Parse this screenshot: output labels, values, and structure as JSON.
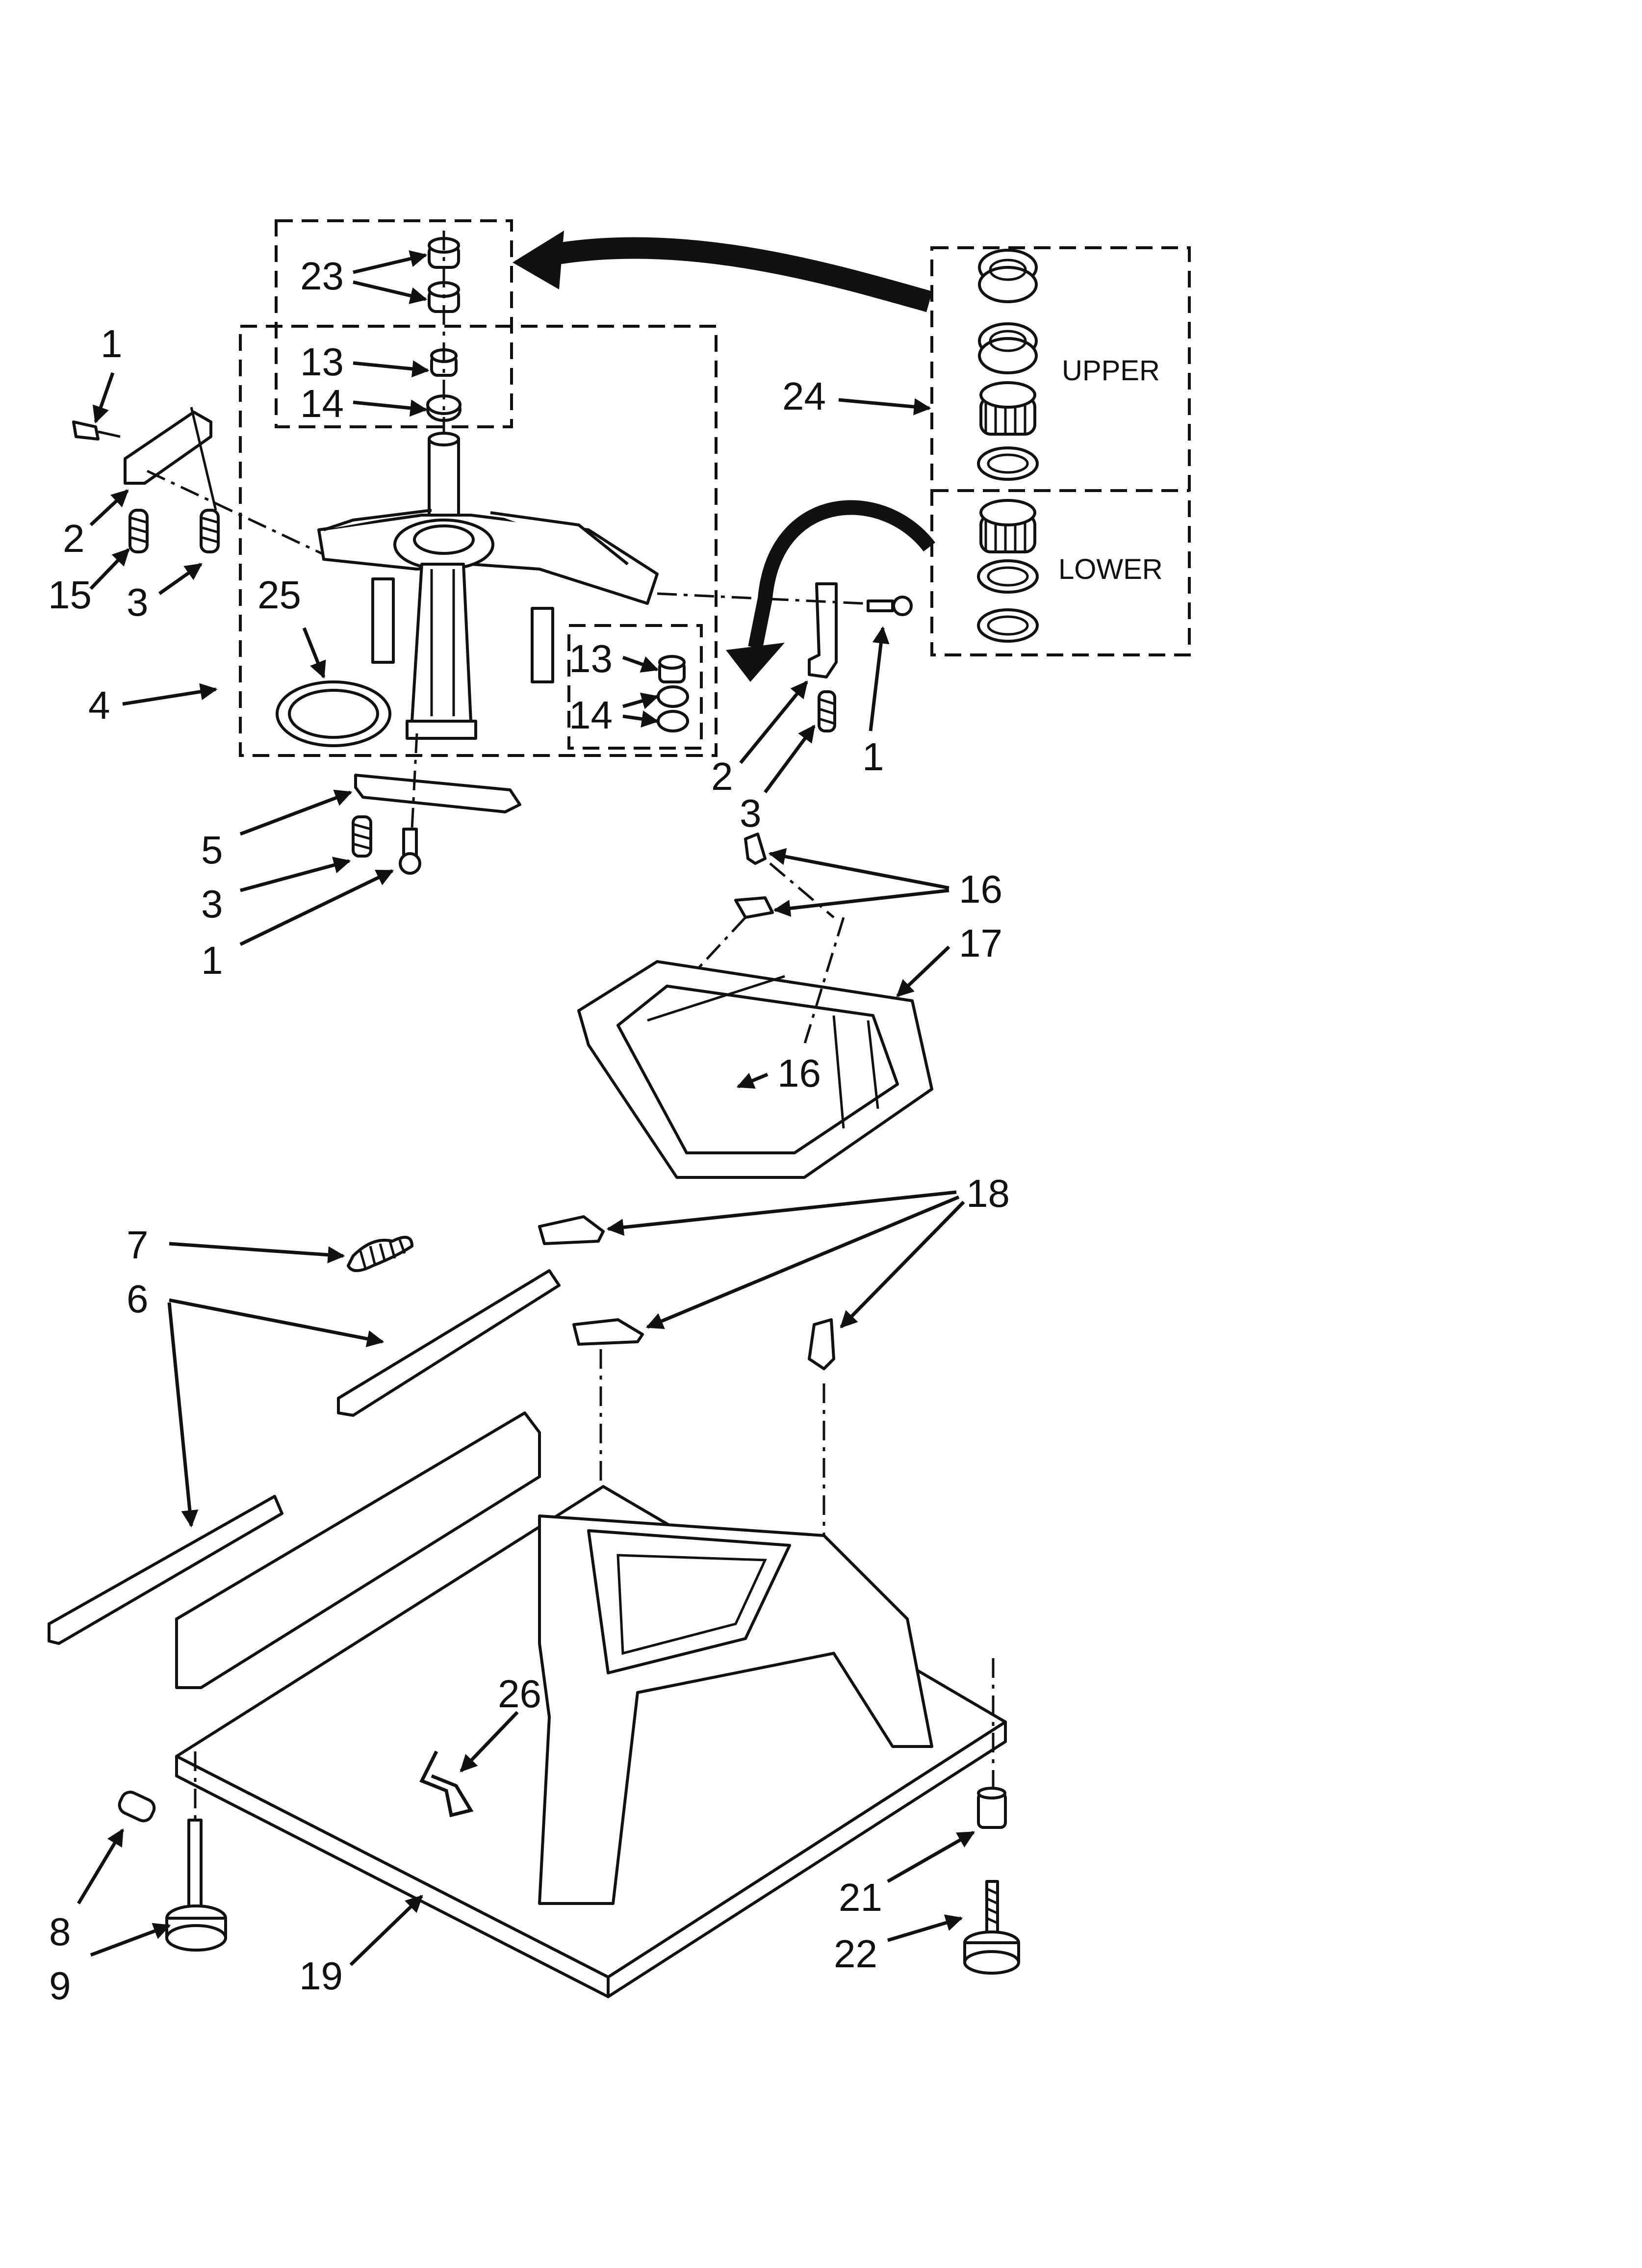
{
  "callouts": {
    "c1a": "1",
    "c2a": "2",
    "c15": "15",
    "c3a": "3",
    "c25": "25",
    "c4": "4",
    "c23": "23",
    "c13a": "13",
    "c14a": "14",
    "c24": "24",
    "c13b": "13",
    "c14b": "14",
    "c2b": "2",
    "c3b": "3",
    "c1b": "1",
    "c5": "5",
    "c3c": "3",
    "c1c": "1",
    "c16a": "16",
    "c17": "17",
    "c16b": "16",
    "c18": "18",
    "c7": "7",
    "c6": "6",
    "c26": "26",
    "c8": "8",
    "c9": "9",
    "c19": "19",
    "c21": "21",
    "c22": "22"
  },
  "kit": {
    "upper_label": "UPPER",
    "lower_label": "LOWER"
  }
}
